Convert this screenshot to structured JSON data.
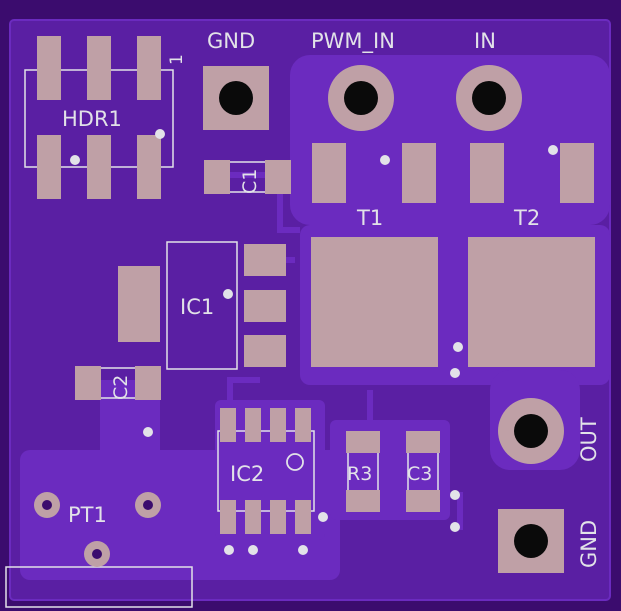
{
  "board": {
    "colors": {
      "background": "#3b0c6e",
      "board": "#5a1fa3",
      "trace": "#6b2bbf",
      "pad": "#bfa0a6",
      "hole": "#0a0a0a",
      "silk": "#e2e2e8",
      "via": "#3a1466"
    }
  },
  "labels": {
    "gnd_top": "GND",
    "pwm_in": "PWM_IN",
    "in": "IN",
    "hdr1": "HDR1",
    "hdr1_pin1": "1",
    "c1": "C1",
    "t1": "T1",
    "t2": "T2",
    "ic1": "IC1",
    "c2": "C2",
    "ic2": "IC2",
    "r3": "R3",
    "c3": "C3",
    "pt1": "PT1",
    "out": "OUT",
    "gnd_right": "GND"
  }
}
